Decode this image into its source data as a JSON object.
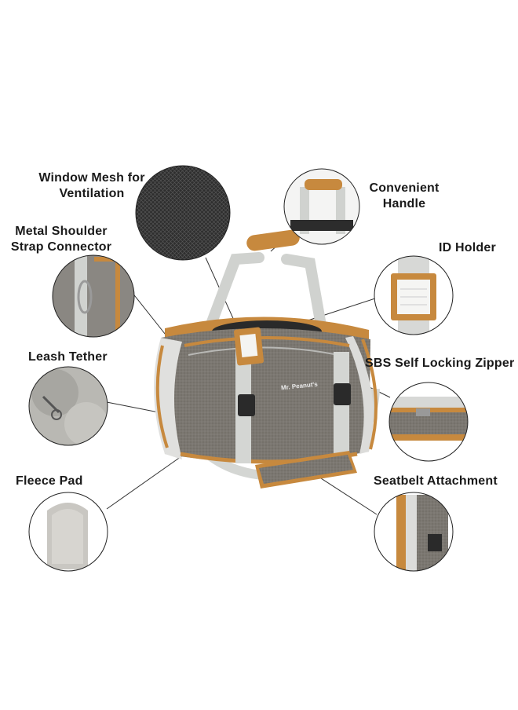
{
  "product": {
    "brand_text": "Mr. Peanut's"
  },
  "callouts": {
    "window_mesh": {
      "line1": "Window Mesh for",
      "line2": "Ventilation"
    },
    "handle": {
      "line1": "Convenient",
      "line2": "Handle"
    },
    "shoulder": {
      "line1": "Metal Shoulder",
      "line2": "Strap Connector"
    },
    "id_holder": {
      "line1": "ID Holder"
    },
    "leash": {
      "line1": "Leash Tether"
    },
    "zipper": {
      "line1": "SBS Self Locking Zipper"
    },
    "fleece": {
      "line1": "Fleece Pad"
    },
    "seatbelt": {
      "line1": "Seatbelt Attachment"
    }
  },
  "colors": {
    "fabric": "#7a7670",
    "fabric_dark": "#5d5a55",
    "trim": "#c7893e",
    "strap": "#cfd1cf",
    "mesh": "#2b2b2b",
    "fleece": "#cbc9c4"
  }
}
